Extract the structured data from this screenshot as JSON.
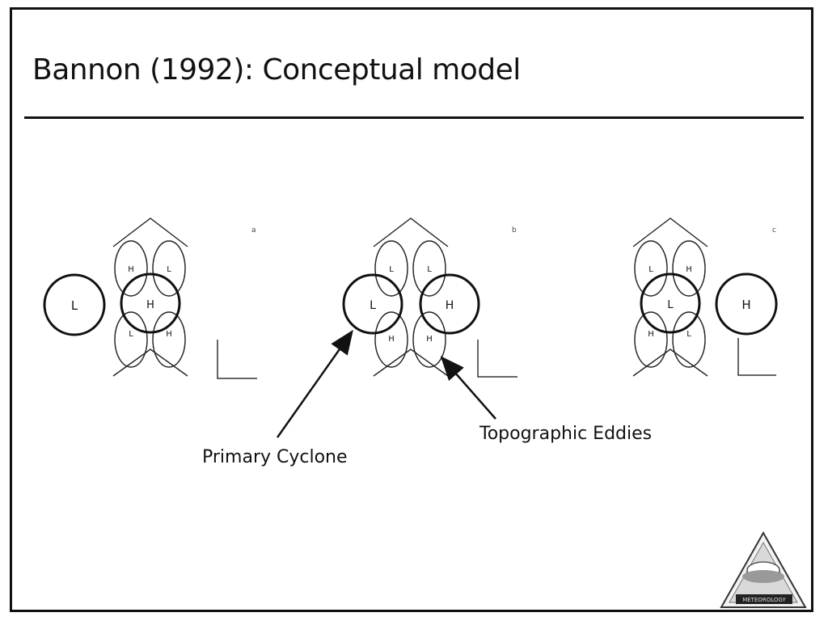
{
  "slide": {
    "title": "Bannon (1992): Conceptual model",
    "callouts": {
      "primary_cyclone": "Primary Cyclone",
      "topographic_eddies": "Topographic Eddies"
    }
  },
  "panels": [
    {
      "panel_label": "a",
      "primary_center": "L",
      "eddy_center": "H",
      "upper_eddies": [
        "H",
        "L"
      ],
      "lower_eddies": [
        "L",
        "H"
      ]
    },
    {
      "panel_label": "b",
      "left_center": "L",
      "right_center": "H",
      "upper_eddies": [
        "L",
        "L"
      ],
      "lower_eddies": [
        "H",
        "H"
      ]
    },
    {
      "panel_label": "c",
      "eddy_center": "L",
      "primary_center": "H",
      "upper_eddies": [
        "L",
        "H"
      ],
      "lower_eddies": [
        "H",
        "L"
      ]
    }
  ],
  "logo": {
    "text": "METEOROLOGY",
    "icon": "meteorology-triangle-logo"
  },
  "colors": {
    "ink": "#111111",
    "background": "#ffffff"
  }
}
